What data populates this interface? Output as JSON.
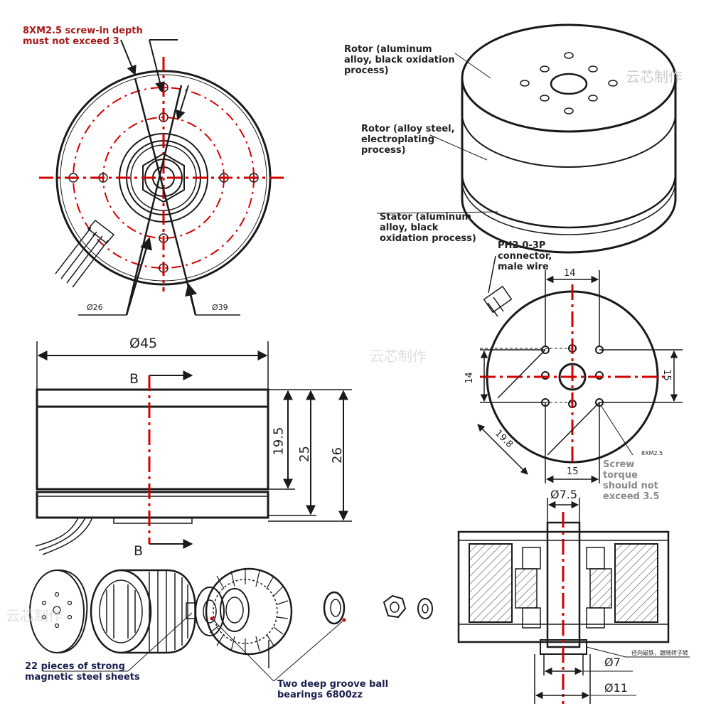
{
  "top_front_view": {
    "screw_note": "8XM2.5 screw-in depth\nmust not exceed 3",
    "dia_inner": "Ø26",
    "dia_outer": "Ø39"
  },
  "iso_view": {
    "rotor_aluminum": "Rotor (aluminum\nalloy, black oxidation\nprocess)",
    "rotor_steel": "Rotor (alloy steel,\nelectroplating\nprocess)",
    "stator": "Stator (aluminum\nalloy, black\noxidation process)"
  },
  "side_view": {
    "diameter": "Ø45",
    "section_mark_top": "B",
    "section_mark_bottom": "B",
    "h1": "19.5",
    "h2": "25",
    "h3": "26"
  },
  "bottom_view": {
    "connector_note": "PH2.0-3P\nconnector,\nmale wire",
    "dim_top": "14",
    "dim_left": "14",
    "dim_right": "15",
    "dim_bottom": "15",
    "dim_diag": "19.8",
    "screw_spec": "8XM2.5",
    "torque_note": "Screw\ntorque\nshould not\nexceed 3.5"
  },
  "section_view": {
    "dia_top": "Ø7.5",
    "dia_mid": "Ø7",
    "dia_bottom": "Ø11",
    "chinese_note": "径向磁铁，跟随转子转"
  },
  "exploded_view": {
    "magnets_note": "22 pieces of strong\nmagnetic steel sheets",
    "bearings_note": "Two deep groove ball\nbearings 6800zz"
  },
  "watermarks": [
    "云芯制作",
    "云芯制作",
    "云芯制作"
  ],
  "colors": {
    "ink": "#1a1a1a",
    "center_line": "#d40000",
    "annotation_red": "#a81919",
    "annotation_navy": "#1a1f4f",
    "note_gray": "#8a8a8a"
  }
}
